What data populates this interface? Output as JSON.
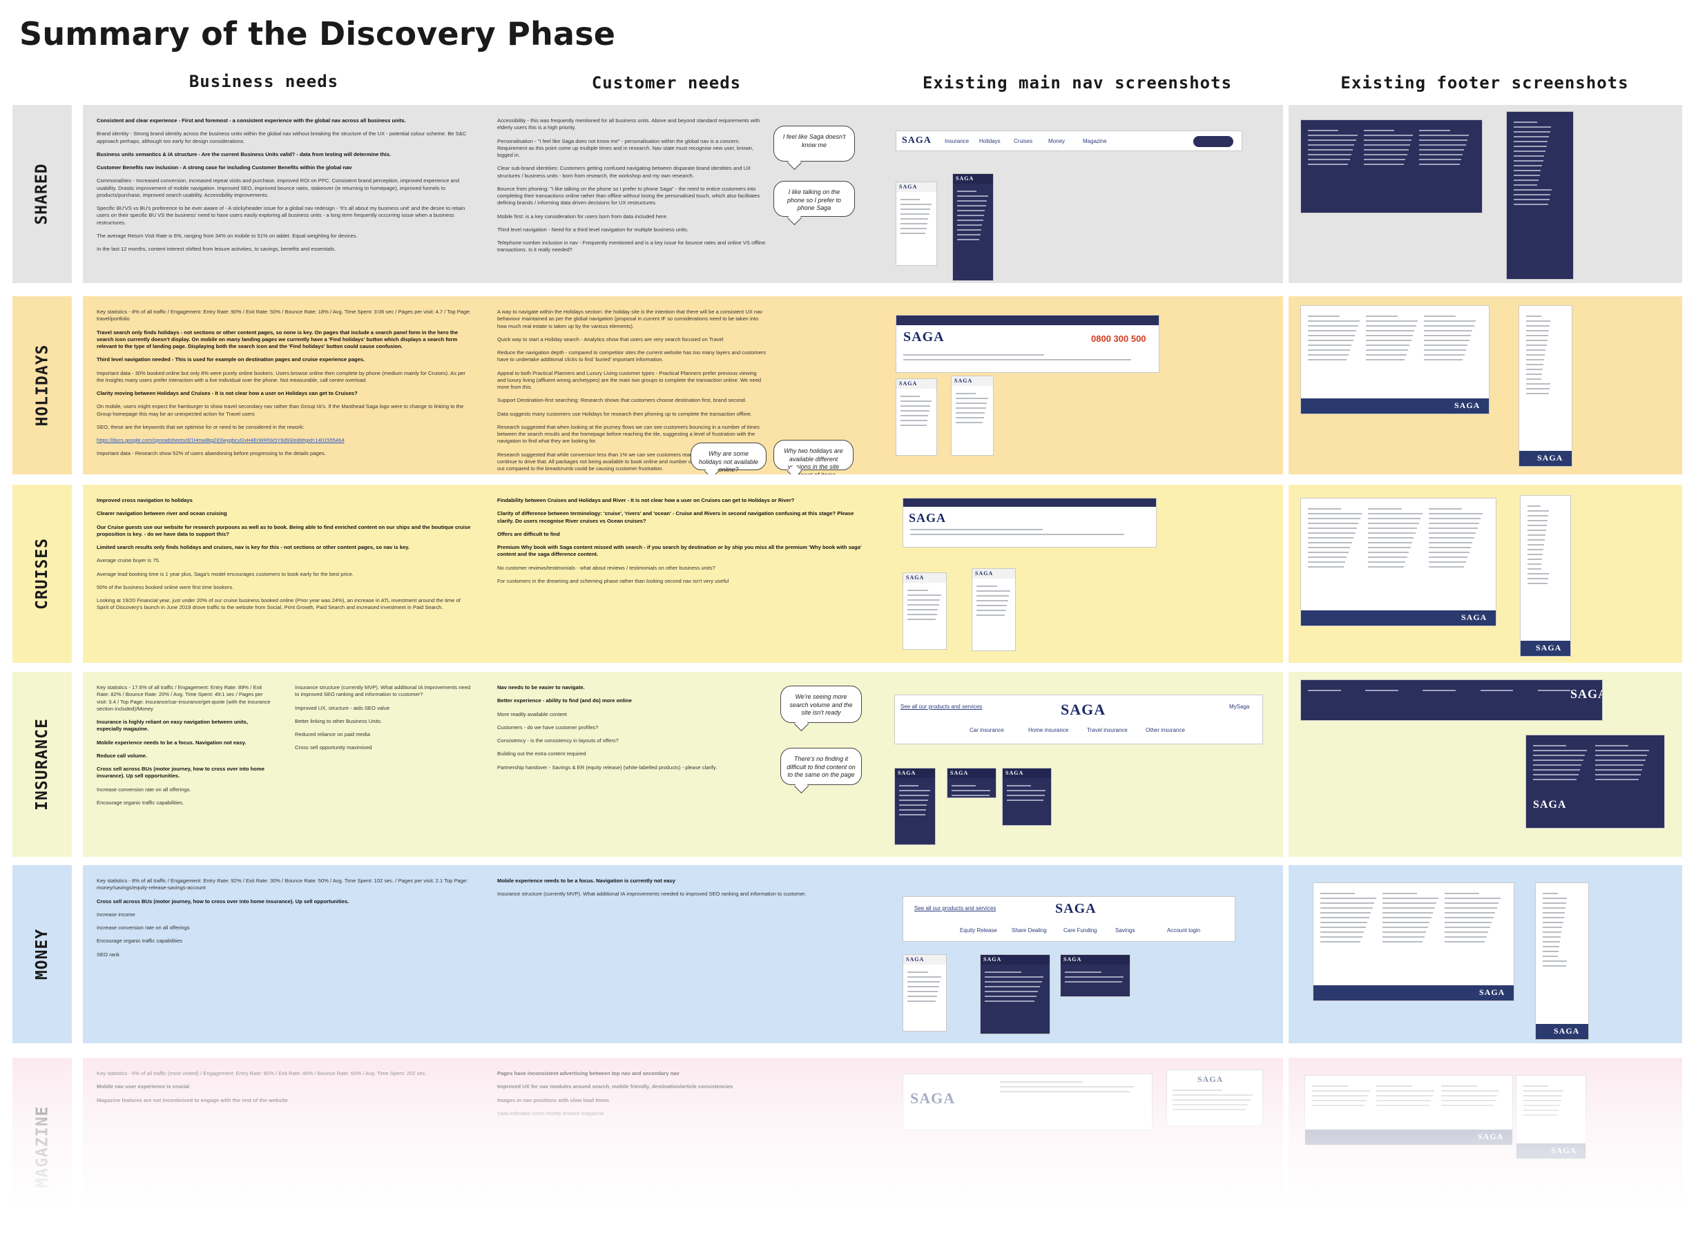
{
  "title": "Summary of the Discovery Phase",
  "columns": [
    "Business needs",
    "Customer needs",
    "Existing main nav screenshots",
    "Existing footer screenshots"
  ],
  "rows": [
    {
      "label": "SHARED",
      "color": "#e4e4e4",
      "business": [
        {
          "t": "Consistent and clear experience - First and foremost - a consistent experience with the global nav across all business units.",
          "b": true
        },
        {
          "t": "Brand identity - Strong brand identity across the business units within the global nav without breaking the structure of the UX - potential colour scheme. Be S&C approach perhaps, although too early for design considerations.",
          "b": false
        },
        {
          "t": "Business units semantics & IA structure - Are the current Business Units valid? - data from testing will determine this.",
          "b": true
        },
        {
          "t": "Customer Benefits nav inclusion - A strong case for including Customer Benefits within the global nav",
          "b": true
        },
        {
          "t": "Commonalities - Increased conversion, increased repeat visits and purchase, improved ROI on PPC. Consistent brand perception, improved experience and usability. Drastic improvement of mobile navigation. Improved SEO, improved bounce rates, stakeover (ie returning to homepage), improved funnels to products/purchase, improved search usability. Accessibility improvements.",
          "b": false
        },
        {
          "t": "Specific BU'VS vs BU's preference to be ever aware of - A stickyheader issue for a global nav redesign - 'It's all about my business unit' and the desire to retain users on their specific BU VS the business' need to have users easily exploring all business units - a long term frequently occurring issue when a business restructures.",
          "b": false
        },
        {
          "t": "The average Return Visit Rate is 6%, ranging from 34% on mobile to 51% on tablet. Equal weighting for devices.",
          "b": false
        },
        {
          "t": "In the last 12 months, content interest shifted from leisure activities, to savings, benefits and essentials.",
          "b": false
        }
      ],
      "customer": [
        {
          "t": "Accessibility - this was frequently mentioned for all business units. Above and beyond standard requirements with elderly users this is a high priority.",
          "b": false
        },
        {
          "t": "Personalisation - \"I feel like Saga does not know me\" - personalisation within the global nav is a concern. Requirement as this point come up multiple times and in research. Nav state must recognise new user, known, logged in.",
          "b": false
        },
        {
          "t": "Clear sub-brand identities: Customers getting confused navigating between disparate brand identities and UX structures / business units - born from research, the workshop and my own research.",
          "b": false
        },
        {
          "t": "Bounce from phoning: \"I like talking on the phone so I prefer to phone Saga\" - the need to entice customers into completing their transactions online rather than offline without losing the personalised touch, which also facilitates defining brands / informing data driven decisions for UX restructures.",
          "b": false
        },
        {
          "t": "Mobile first: is a key consideration for users born from data included here.",
          "b": false
        },
        {
          "t": "Third level navigation - Need for a third level navigation for multiple business units.",
          "b": false
        },
        {
          "t": "Telephone number inclusion in nav - Frequently mentioned and is a key issue for bounce rates and online VS offline transactions. Is it really needed?",
          "b": false
        }
      ],
      "bubbles": [
        "I feel like Saga doesn't know me",
        "I like talking on the phone so I prefer to phone Saga"
      ]
    },
    {
      "label": "HOLIDAYS",
      "color": "#fbe2a6",
      "business": [
        {
          "t": "Key statistics - 8% of all traffic / Engagement: Entry Rate: 90% / Exit Rate: 50% / Bounce Rate: 18% / Avg. Time Spent: 3:06 sec / Pages per visit: 4.7 / Top Page: travel/portfolio",
          "b": false
        },
        {
          "t": "Travel search only finds holidays - not sections or other content pages, so none is key. On pages that include a search panel form in the hero the search icon currently doesn't display. On mobile on many landing pages we currently have a 'Find holidays' button which displays a search form relevant to the type of landing page. Displaying both the search icon and the 'Find holidays' button could cause confusion.",
          "b": true
        },
        {
          "t": "Third level navigation needed - This is used for example on destination pages and cruise experience pages.",
          "b": true
        },
        {
          "t": "Important data - 30% booked online but only 8% were purely online bookers. Users browse online then complete by phone (medium mainly for Cruises). As per the Insights many users prefer interaction with a live individual over the phone. Not measurable, call centre overload.",
          "b": false
        },
        {
          "t": "Clarity moving between Holidays and Cruises - It is not clear how a user on Holidays can get to Cruises?",
          "b": true
        },
        {
          "t": "On mobile, users might expect the hamburger to show travel secondary nav rather than Group IA's. If the Masthead Saga logo were to change to linking to the Group homepage this may be an unexpected action for Travel users",
          "b": false
        },
        {
          "t": "SEO, these are the keywords that we optimise for or need to be considered in the rework:",
          "b": false
        },
        {
          "t": "https://docs.google.com/spreadsheets/d/1HmwBtg2iDlwygbcvGvH4ErWRhlx5Y6d93/edit#gid=1401555464",
          "b": false,
          "link": true
        },
        {
          "t": "Important data - Research show 52% of users abandoning before progressing to the details pages.",
          "b": false
        }
      ],
      "customer": [
        {
          "t": "A way to navigate within the Holidays section: the holiday site is the intention that there will be a consistent UX nav behaviour maintained as per the global navigation (proposal in current IF so considerations need to be taken into how much real estate is taken up by the various elements).",
          "b": false
        },
        {
          "t": "Quick way to start a Holiday search - Analytics show that users are very search focused on Travel",
          "b": false
        },
        {
          "t": "Reduce the navigation depth - compared to competitor sites the current website has too many layers and customers have to undertake additional clicks to find 'buried' important information.",
          "b": false
        },
        {
          "t": "Appeal to both Practical Planners and Luxury Living customer types - Practical Planners prefer previous viewing and luxury living (affluent wrong archetypes) are the main two groups to complete the transaction online. We need more from this.",
          "b": false
        },
        {
          "t": "Support Destination-first searching: Research shows that customers choose destination first, brand second.",
          "b": false
        },
        {
          "t": "Data suggests many customers use Holidays for research then phoning up to complete the transaction offline.",
          "b": false
        },
        {
          "t": "Research suggested that when looking at the journey flows we can see customers bouncing in a number of times between the search results and the homepage before reaching the tile, suggesting a level of frustration with the navigation to find what they are looking for.",
          "b": false
        },
        {
          "t": "Research suggested that while conversion less than 1% we can see customers reaching the purchase funnel continue to drive that. All packages not being available to book online and number of clicks needed to reach check out compared to the breadcrumb could be causing customer frustration.",
          "b": false
        }
      ],
      "bubbles": [
        "Why are some holidays not available online?",
        "Why two holidays are available different versions in the site percent of items"
      ],
      "phone": "0800 300 500"
    },
    {
      "label": "CRUISES",
      "color": "#fcf0b0",
      "business": [
        {
          "t": "Improved cross navigation to holidays",
          "b": true
        },
        {
          "t": "Clearer navigation between river and ocean cruising",
          "b": true
        },
        {
          "t": "Our Cruise guests use our website for research purposes as well as to book. Being able to find enriched content on our ships and the boutique cruise proposition is key. - do we have data to support this?",
          "b": true
        },
        {
          "t": "Limited search results only finds holidays and cruises, nav is key for this - not sections or other content pages, so nav is key.",
          "b": true
        },
        {
          "t": "Average cruise buyer is 75.",
          "b": false
        },
        {
          "t": "Average lead booking time is 1 year plus, Saga's model encourages customers to book early for the best price.",
          "b": false
        },
        {
          "t": "50% of the business booked online were first time bookers.",
          "b": false
        },
        {
          "t": "Looking at 19/20 Financial year, just under 20% of our cruise business booked online (Prior year was 24%), an increase in ATL investment around the time of Spirit of Discovery's launch in June 2019 drove traffic to the website from Social, Print Growth, Paid Search and increased investment in Paid Search.",
          "b": false
        }
      ],
      "customer": [
        {
          "t": "Findability between Cruises and Holidays and River - It is not clear how a user on Cruises can get to Holidays or River?",
          "b": true
        },
        {
          "t": "Clarity of difference between terminology: 'cruise', 'rivers' and 'ocean' - Cruise and Rivers in second navigation confusing at this stage? Please clarify. Do users recognise River cruises vs Ocean cruises?",
          "b": true
        },
        {
          "t": "Offers are difficult to find",
          "b": true
        },
        {
          "t": "Premium Why book with Saga content missed with search - if you search by destination or by ship you miss all the premium 'Why book with saga' content and the saga difference content.",
          "b": true
        },
        {
          "t": "No customer reviews/testimonials - what about reviews / testimonials on other business units?",
          "b": false
        },
        {
          "t": "For customers in the dreaming and scheming phase rather than looking second nav isn't very useful",
          "b": false
        }
      ]
    },
    {
      "label": "INSURANCE",
      "color": "#f4f6cf",
      "business_left": [
        {
          "t": "Key statistics - 17.6% of all traffic / Engagement: Entry Rate: 89% / Exit Rate: 82% / Bounce Rate: 20% / Avg. Time Spent: 49:1 sec / Pages per visit: 3.4 / Top Page: insurance/car-insurance/get-quote (with the insurance section included)/Money",
          "b": false
        },
        {
          "t": "Insurance is highly reliant on easy navigation between units, especially magazine.",
          "b": true
        },
        {
          "t": "Mobile experience needs to be a focus. Navigation not easy.",
          "b": true
        },
        {
          "t": "Reduce call volume.",
          "b": true
        },
        {
          "t": "Cross sell across BUs (motor journey, how to cross over into home insurance). Up sell opportunities.",
          "b": true
        },
        {
          "t": "Increase conversion rate on all offerings.",
          "b": false
        },
        {
          "t": "Encourage organic traffic capabilities.",
          "b": false
        }
      ],
      "business_right": [
        {
          "t": "Insurance structure (currently MVP). What additional IA improvements need to improved SEO ranking and information to customer?",
          "b": false
        },
        {
          "t": "Improved UX, structure - aids SEO value",
          "b": false
        },
        {
          "t": "Better linking to other Business Units.",
          "b": false
        },
        {
          "t": "Reduced reliance on paid media",
          "b": false
        },
        {
          "t": "Cross sell opportunity maximised",
          "b": false
        }
      ],
      "customer": [
        {
          "t": "Nav needs to be easier to navigate.",
          "b": true
        },
        {
          "t": "Better experience - ability to find (and do) more online",
          "b": true
        },
        {
          "t": "More readily available content",
          "b": false
        },
        {
          "t": "Customers - do we have customer profiles?",
          "b": false
        },
        {
          "t": "Consistency - is the consistency in layouts of offers?",
          "b": false
        },
        {
          "t": "Building out the extra content required",
          "b": false
        },
        {
          "t": "Partnership handover - Savings & ER (equity release) (white-labelled products) - please clarify.",
          "b": false
        }
      ],
      "bubbles": [
        "We're seeing more search volume and the site isn't ready",
        "There's no finding it difficult to find content on to the same on the page"
      ],
      "nav": [
        "See all our products and services",
        "MySaga",
        "Car insurance",
        "Home insurance",
        "Travel insurance",
        "Other insurance"
      ]
    },
    {
      "label": "MONEY",
      "color": "#cfe2f6",
      "business": [
        {
          "t": "Key statistics - 8% of all traffic / Engagement: Entry Rate: 92% / Exit Rate: 30% / Bounce Rate: 50% / Avg. Time Spent: 102 sec. / Pages per visit: 2.1 Top Page: money/savings/equity-release-savings-account",
          "b": false
        },
        {
          "t": "Cross sell across BUs (motor journey, how to cross over into home insurance). Up sell opportunities.",
          "b": true
        },
        {
          "t": "Increase income",
          "b": false
        },
        {
          "t": "Increase conversion rate on all offerings",
          "b": false
        },
        {
          "t": "Encourage organic traffic capabilities",
          "b": false
        },
        {
          "t": "SEO rank",
          "b": false
        }
      ],
      "customer": [
        {
          "t": "Mobile experience needs to be a focus. Navigation is currently not easy",
          "b": true
        },
        {
          "t": "Insurance structure (currently MVP). What additional IA improvements needed to improved SEO ranking and information to customer.",
          "b": false
        }
      ],
      "nav": [
        "See all our products and services",
        "Equity Release",
        "Share Dealing",
        "Care Funding",
        "Savings",
        "Account login"
      ]
    },
    {
      "label": "MAGAZINE",
      "color": "#f9dde6",
      "business": [
        {
          "t": "Key statistics - 6% of all traffic (most visited) / Engagement: Entry Rate: 80% / Exit Rate: 80% / Bounce Rate: 60% / Avg. Time Spent: 202 sec.",
          "b": false
        },
        {
          "t": "Mobile nav user experience is crucial",
          "b": true
        },
        {
          "t": "Magazine features are not incentivised to engage with the rest of the website",
          "b": true
        }
      ],
      "customer": [
        {
          "t": "Pages have inconsistent advertising between top nav and secondary nav",
          "b": true
        },
        {
          "t": "Improved UX for nav modules around search, mobile friendly, destination/article consistencies",
          "b": true
        },
        {
          "t": "Images in nav positions with slow load times",
          "b": true
        },
        {
          "t": "Data indicates users mostly browse magazine",
          "b": false
        }
      ]
    }
  ],
  "brand": "SAGA",
  "shot_nav": [
    "Insurance",
    "Holidays",
    "Cruises",
    "Money",
    "Magazine"
  ],
  "colors": {
    "navy": "#2b2f5c",
    "accent_red": "#d23b1e"
  }
}
